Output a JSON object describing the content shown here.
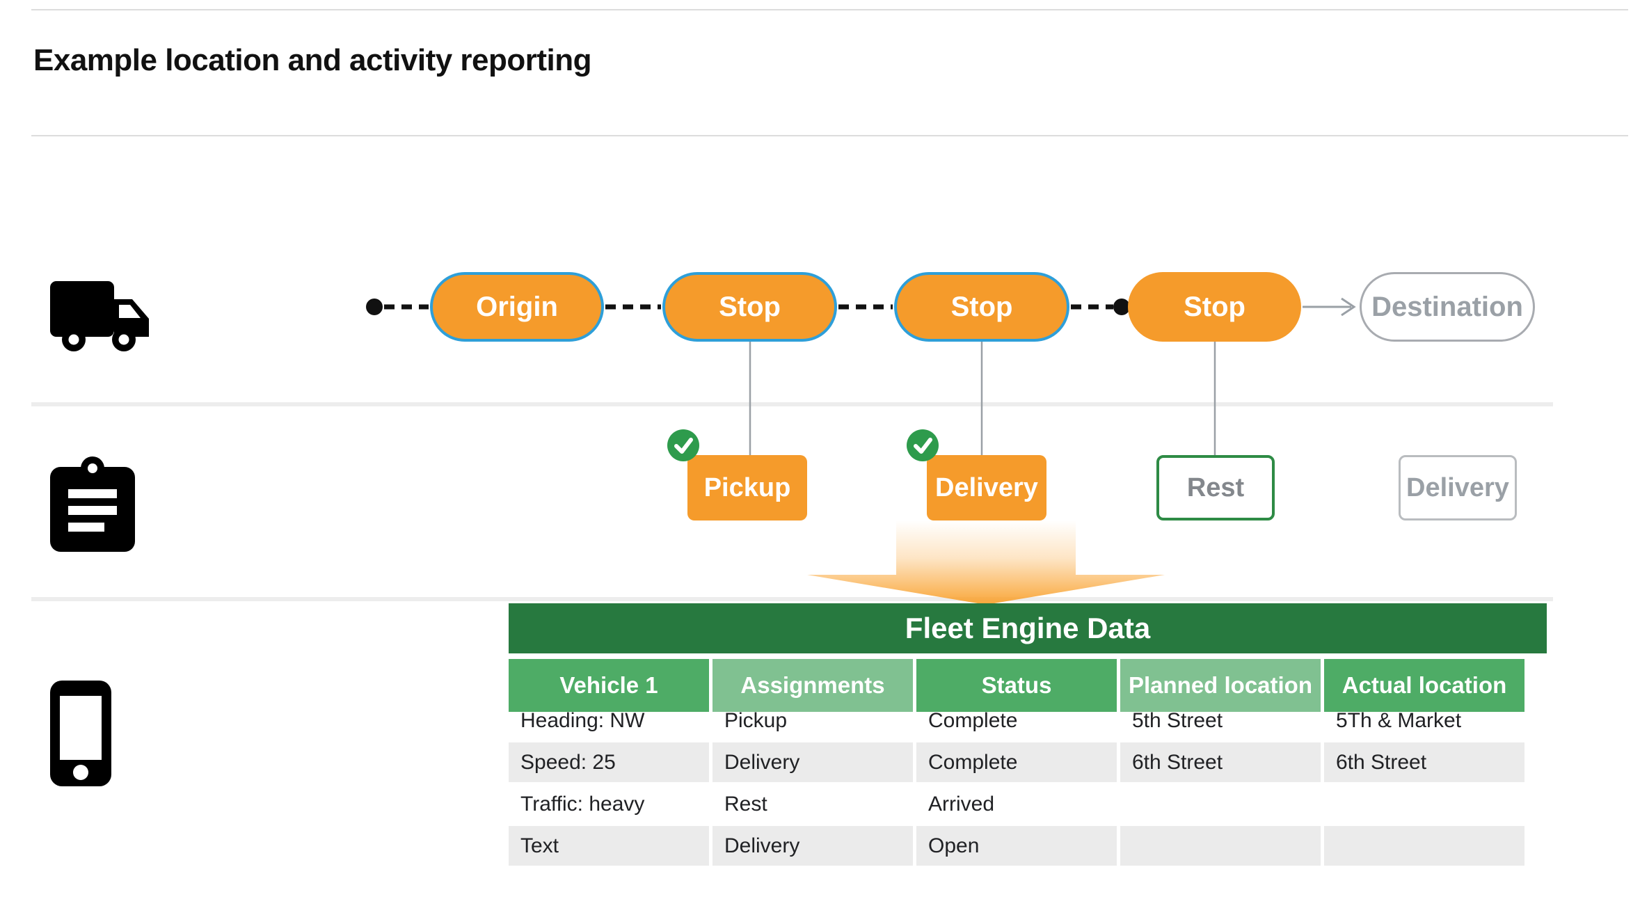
{
  "title": "Example location and activity reporting",
  "route": {
    "stops": [
      {
        "label": "Origin",
        "state": "planned"
      },
      {
        "label": "Stop",
        "state": "planned"
      },
      {
        "label": "Stop",
        "state": "planned"
      },
      {
        "label": "Stop",
        "state": "active"
      },
      {
        "label": "Destination",
        "state": "future"
      }
    ]
  },
  "activities": [
    {
      "label": "Pickup",
      "status": "completed"
    },
    {
      "label": "Delivery",
      "status": "completed"
    },
    {
      "label": "Rest",
      "status": "current"
    },
    {
      "label": "Delivery",
      "status": "upcoming"
    }
  ],
  "table": {
    "title": "Fleet Engine Data",
    "columns": [
      "Vehicle 1",
      "Assignments",
      "Status",
      "Planned location",
      "Actual location"
    ],
    "rows": [
      [
        "Heading: NW",
        "Pickup",
        "Complete",
        "5th Street",
        "5Th & Market"
      ],
      [
        "Speed: 25",
        "Delivery",
        "Complete",
        "6th Street",
        "6th Street"
      ],
      [
        "Traffic: heavy",
        "Rest",
        "Arrived",
        "",
        ""
      ],
      [
        "Text",
        "Delivery",
        "Open",
        "",
        ""
      ]
    ]
  },
  "icons": {
    "truck": "truck-icon",
    "clipboard": "clipboard-icon",
    "phone": "phone-icon",
    "check": "check-icon"
  },
  "colors": {
    "orange": "#f59b2b",
    "pill_border_blue": "#2e9fd9",
    "table_header_dark_green": "#27793f",
    "table_header_medium_green": "#4eac66",
    "table_header_light_green": "#80c191",
    "check_green": "#2e9b4c",
    "rest_border_green": "#2e8b45",
    "row_shade_gray": "#ebebeb",
    "muted_gray": "#9aa0a6"
  }
}
